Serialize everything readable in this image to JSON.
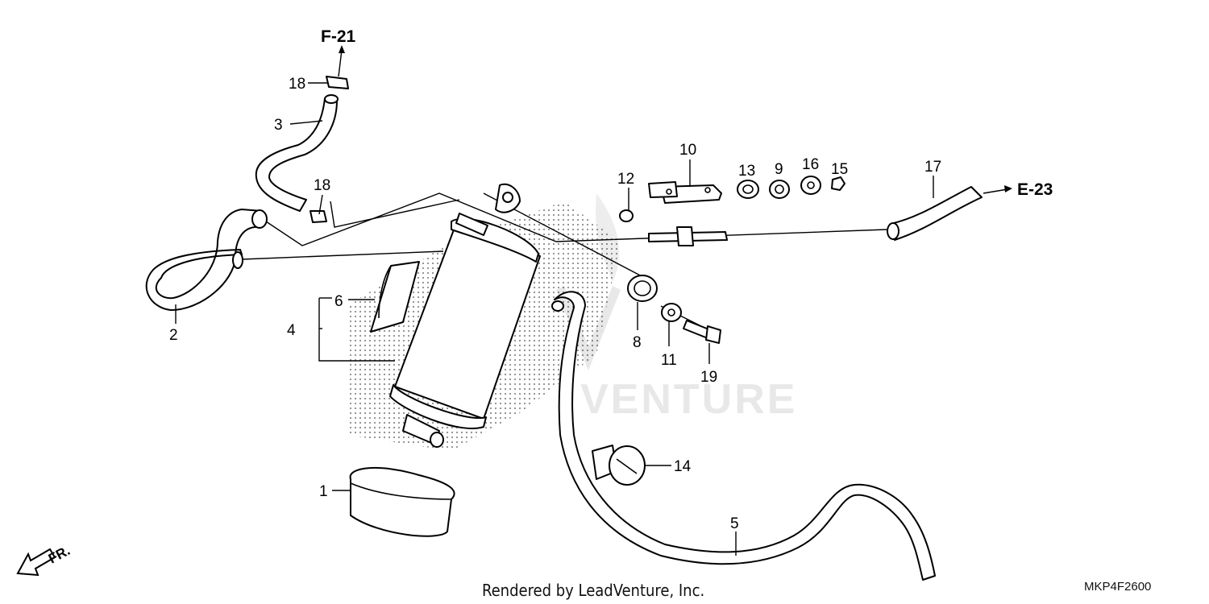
{
  "diagram": {
    "references": {
      "top": "F-21",
      "right": "E-23"
    },
    "part_labels": {
      "p1": "1",
      "p2": "2",
      "p3": "3",
      "p4": "4",
      "p5": "5",
      "p6": "6",
      "p8": "8",
      "p9": "9",
      "p10": "10",
      "p11": "11",
      "p12": "12",
      "p13": "13",
      "p14": "14",
      "p15": "15",
      "p16": "16",
      "p17": "17",
      "p18a": "18",
      "p18b": "18",
      "p19": "19"
    },
    "front_indicator": "FR.",
    "credit": "Rendered by LeadVenture, Inc.",
    "diagram_code": "MKP4F2600",
    "watermark_text": "VENTURE",
    "colors": {
      "line": "#000000",
      "watermark": "#e6e6e6",
      "background": "#ffffff"
    }
  }
}
